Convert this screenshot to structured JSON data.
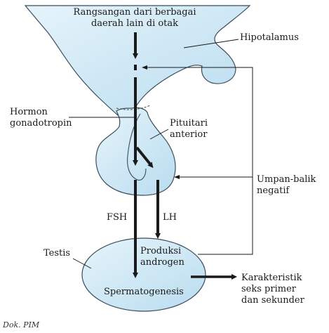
{
  "labels": {
    "rangsangan": "Rangsangan dari berbagai\ndaerah lain di otak",
    "hipotalamus": "Hipotalamus",
    "hormon_gonadotropin": "Hormon\ngonadotropin",
    "pituitari_anterior": "Pituitari\nanterior",
    "umpan_balik": "Umpan-balik\nnegatif",
    "fsh": "FSH",
    "lh": "LH",
    "testis": "Testis",
    "produksi_androgen": "Produksi\nandrogen",
    "spermatogenesis": "Spermatogenesis",
    "karakteristik": "Karakteristik\nseks primer\ndan sekunder"
  },
  "credit": "Dok. PIM",
  "colors": {
    "organ_fill": "#cfe8f5",
    "organ_stroke": "#3a4e5c",
    "arrow": "#1a1a1a",
    "text": "#1a1a1a"
  }
}
